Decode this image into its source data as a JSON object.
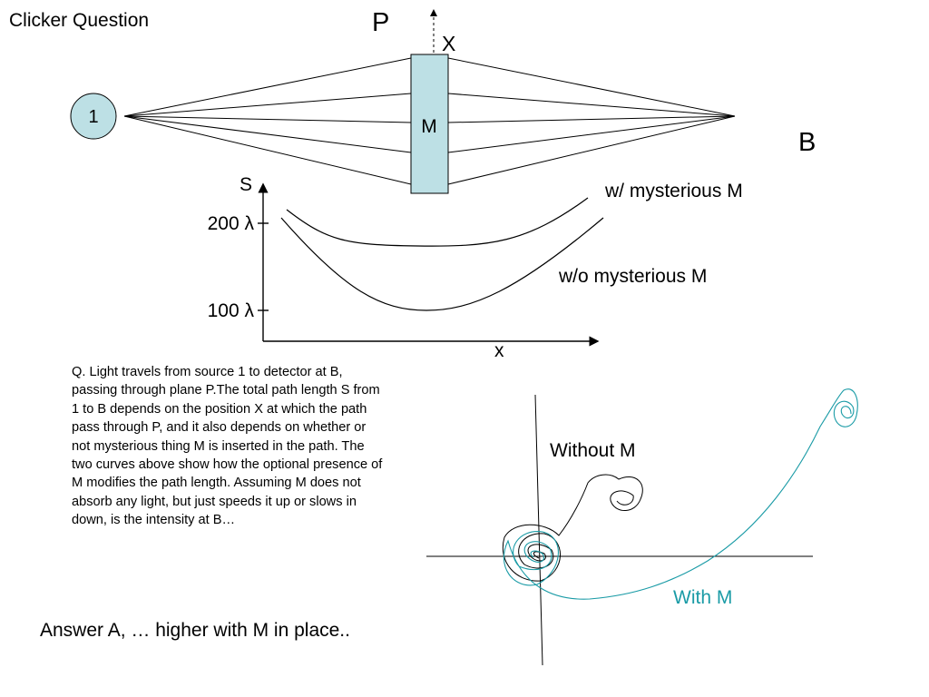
{
  "slide_title": "Clicker Question",
  "top_diagram": {
    "plane_label": "P",
    "position_label": "X",
    "source_label": "1",
    "element_label": "M",
    "detector_label": "B"
  },
  "path_graph": {
    "y_axis_label": "S",
    "x_axis_label": "x",
    "tick_labels": [
      "200 λ",
      "100 λ"
    ],
    "curve_labels": {
      "with_m": "w/ mysterious M",
      "without_m": "w/o mysterious M"
    }
  },
  "question_text": "Q. Light travels from source 1 to detector at B, passing through plane P.The total path length S from 1 to B depends on the position X at which the path pass through P, and it also depends on whether or not mysterious thing M is inserted in the path.  The two curves above show how the optional presence of M modifies the path length. Assuming M does not absorb any light, but just speeds it up or slows in down,  is the intensity at B…",
  "phasor_sketch": {
    "without_label": "Without M",
    "with_label": "With M"
  },
  "answer_text": "Answer A, … higher with M in place..",
  "colors": {
    "element_fill": "#bde0e5",
    "with_m_curve": "#1a9ba6",
    "ink": "#000000"
  }
}
